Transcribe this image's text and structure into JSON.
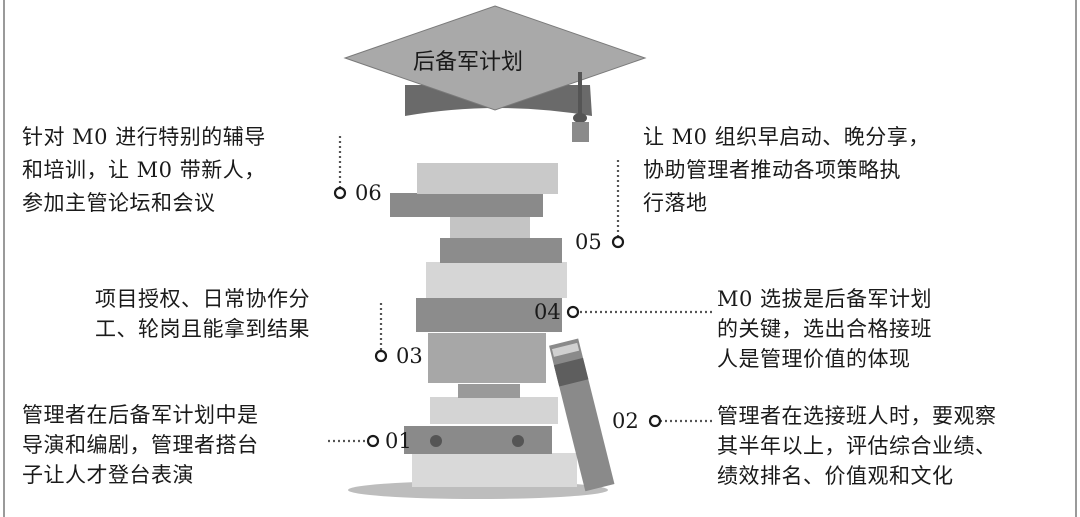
{
  "cap_title": "后备军计划",
  "steps": [
    {
      "num": "01",
      "lines": [
        "管理者在后备军计划中是",
        "导演和编剧，管理者搭台",
        "子让人才登台表演"
      ]
    },
    {
      "num": "02",
      "lines": [
        "管理者在选接班人时，要观察",
        "其半年以上，评估综合业绩、",
        "绩效排名、价值观和文化"
      ]
    },
    {
      "num": "03",
      "lines": [
        "项目授权、日常协作分",
        "工、轮岗且能拿到结果"
      ]
    },
    {
      "num": "04",
      "lines": [
        "M0 选拔是后备军计划",
        "的关键，选出合格接班",
        "人是管理价值的体现"
      ]
    },
    {
      "num": "05",
      "lines": [
        "让 M0 组织早启动、晚分享，",
        "协助管理者推动各项策略执",
        "行落地"
      ]
    },
    {
      "num": "06",
      "lines": [
        "针对 M0 进行特别的辅导",
        "和培训，让 M0 带新人，",
        "参加主管论坛和会议"
      ]
    }
  ],
  "colors": {
    "dark": "#6e6e6e",
    "mid": "#8c8c8c",
    "light": "#bdbdbd",
    "pale": "#d6d6d6"
  }
}
